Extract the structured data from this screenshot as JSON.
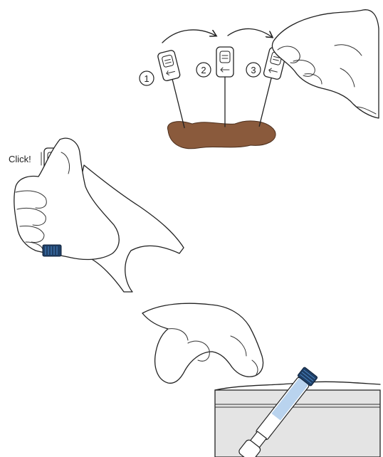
{
  "steps": [
    {
      "label": "1"
    },
    {
      "label": "2"
    },
    {
      "label": "3"
    }
  ],
  "click_label": "Click!",
  "colors": {
    "soil": "#8a5a3c",
    "cap_blue": "#1f3f66",
    "cap_highlight": "#4a86c5",
    "bag": "#e4e4e4",
    "tube_liquid": "#b9d3ee"
  }
}
